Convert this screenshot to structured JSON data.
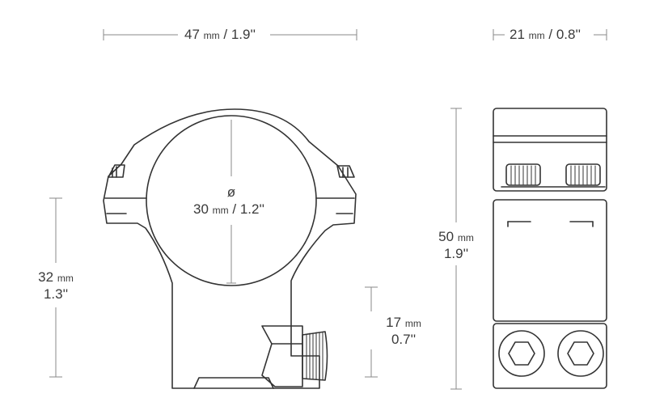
{
  "dimensions": {
    "width_front": {
      "value": "47",
      "unit": "mm",
      "imperial": "/ 1.9''"
    },
    "width_side": {
      "value": "21",
      "unit": "mm",
      "imperial": "/ 0.8''"
    },
    "bore": {
      "symbol": "ø",
      "value": "30",
      "unit": "mm",
      "imperial": "/ 1.2''"
    },
    "total_height": {
      "value": "50",
      "unit": "mm",
      "imperial": "1.9''"
    },
    "center_height": {
      "value": "32",
      "unit": "mm",
      "imperial": "1.3''"
    },
    "base_height": {
      "value": "17",
      "unit": "mm",
      "imperial": "0.7''"
    }
  },
  "colors": {
    "line": "#333333",
    "dim_line": "#8a8a8a",
    "text": "#3a3a3a"
  }
}
